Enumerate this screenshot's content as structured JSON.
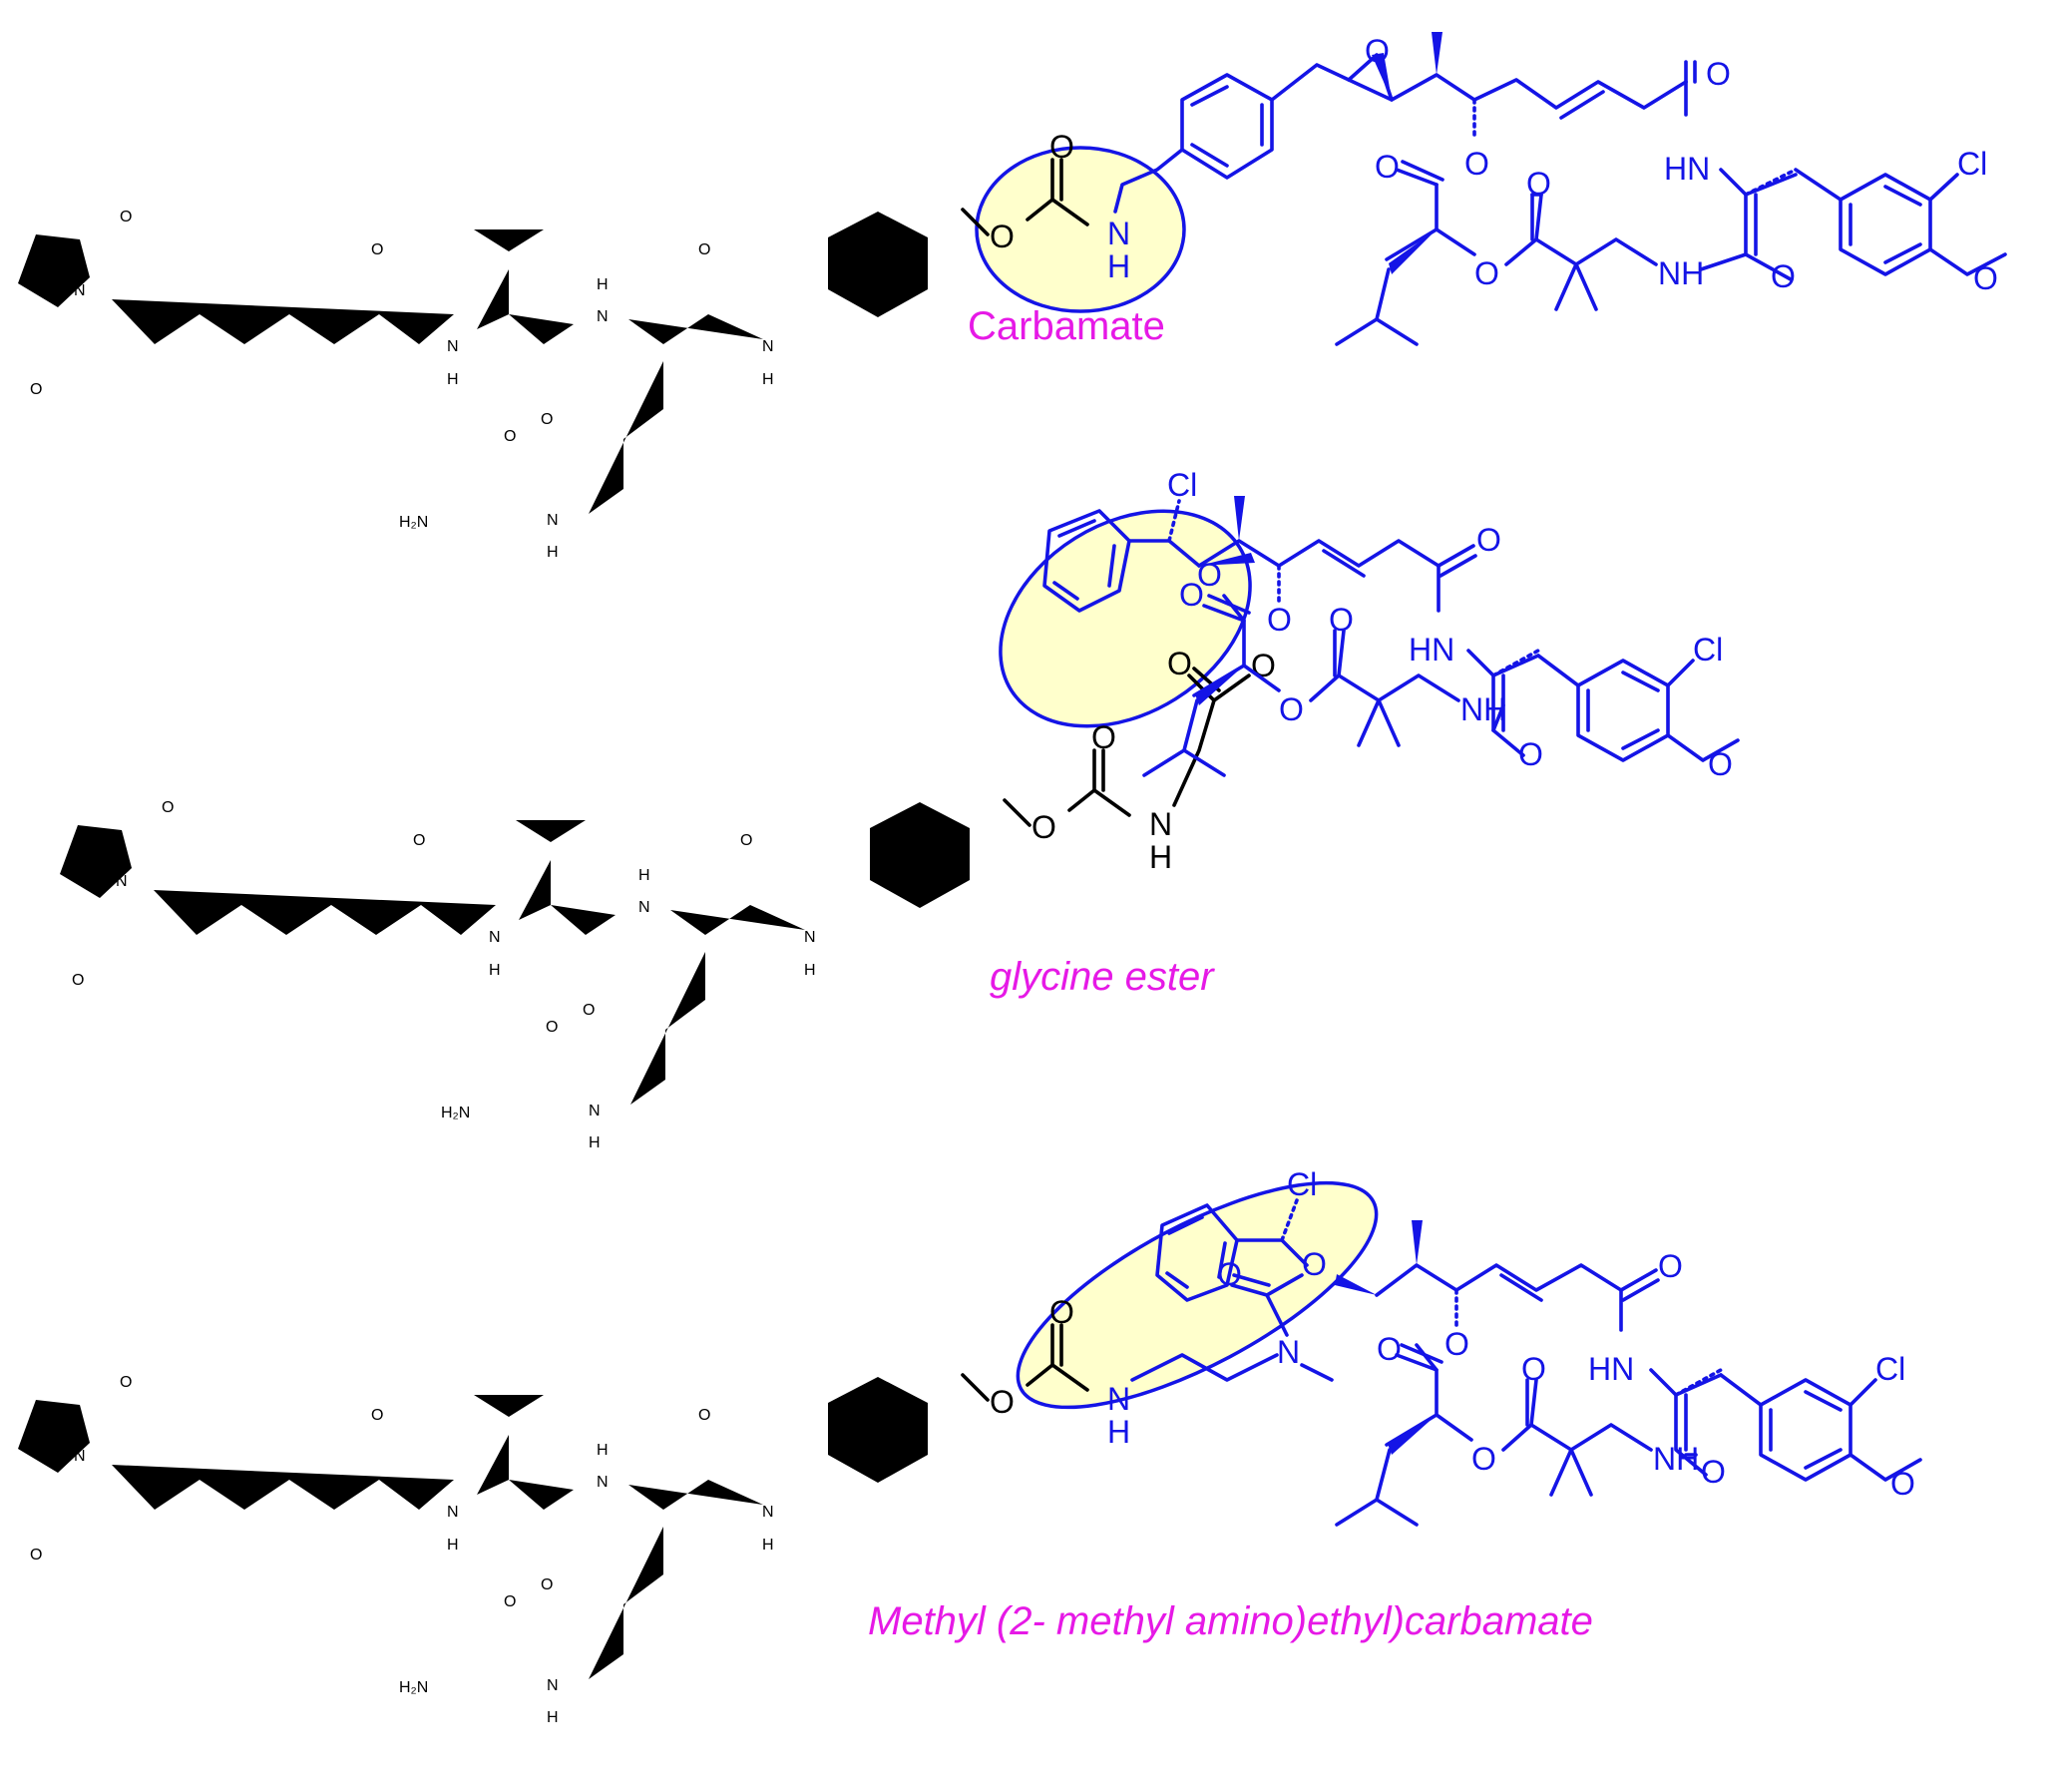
{
  "palette": {
    "linker": "#000000",
    "payload": "#1414e6",
    "caption": "#e619e6",
    "highlight_fill": "#ffffcc",
    "highlight_stroke": "#1414e6"
  },
  "structures": [
    {
      "caption": "Carbamate",
      "caption_italic": false,
      "atoms": {
        "O": "O",
        "N": "N",
        "H": "H",
        "NH": "NH",
        "HN": "HN",
        "H2N": "H₂N",
        "Cl": "Cl"
      }
    },
    {
      "caption": "glycine ester",
      "caption_italic": true,
      "atoms": {
        "O": "O",
        "N": "N",
        "H": "H",
        "NH": "NH",
        "HN": "HN",
        "H2N": "H₂N",
        "Cl": "Cl"
      }
    },
    {
      "caption": "Methyl (2- methyl amino)ethyl)carbamate",
      "caption_italic": true,
      "atoms": {
        "O": "O",
        "N": "N",
        "H": "H",
        "NH": "NH",
        "HN": "HN",
        "H2N": "H₂N",
        "Cl": "Cl"
      }
    }
  ]
}
